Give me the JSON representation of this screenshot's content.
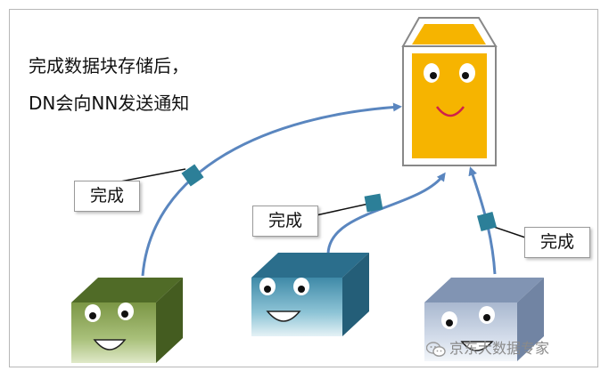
{
  "caption": {
    "line1": "完成数据块存储后，",
    "line2": "DN会向NN发送通知"
  },
  "labels": {
    "done_left": "完成",
    "done_middle": "完成",
    "done_right": "完成"
  },
  "watermark": {
    "text": "京东大数据专家",
    "icon": "wechat-icon"
  },
  "colors": {
    "namenode_body": "#f6b400",
    "arrow": "#5a86bf",
    "marker": "#2c7f98",
    "dn_left": "#6f8a3c",
    "dn_middle": "#4f97b5",
    "dn_right": "#b9c7db"
  }
}
